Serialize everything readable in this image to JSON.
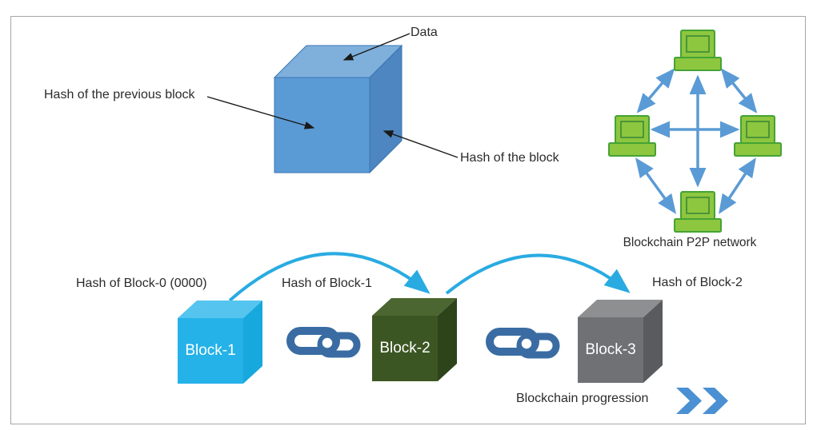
{
  "anatomy": {
    "data_label": "Data",
    "hash_previous_label": "Hash of the previous block",
    "hash_block_label": "Hash of the block"
  },
  "network": {
    "caption": "Blockchain P2P network",
    "node_count": 4
  },
  "chain": {
    "hash_labels": [
      "Hash of Block-0 (0000)",
      "Hash of Block-1",
      "Hash of Block-2"
    ],
    "blocks": [
      "Block-1",
      "Block-2",
      "Block-3"
    ],
    "progression_caption": "Blockchain progression"
  },
  "colors": {
    "cube_top": "#7fb0dc",
    "cube_front": "#5b9bd5",
    "cube_right": "#4d86c0",
    "cube_edge": "#3a76b4",
    "block1_top": "#55c5ef",
    "block1_front": "#25b2e8",
    "block1_right": "#17a8de",
    "block2_top": "#4b6630",
    "block2_front": "#3c5623",
    "block2_right": "#2d431a",
    "block3_top": "#8d8f91",
    "block3_front": "#707174",
    "block3_right": "#5a5b5e",
    "arc_arrow": "#29abe2",
    "network_arrow": "#5b9bd5",
    "computer_fill": "#8dc63f",
    "computer_stroke": "#45a335",
    "chain_link": "#3a6ca3",
    "chevron": "#4a90d2",
    "leader_line": "#1a1a1a",
    "text": "#2b2b2b",
    "frame_border": "#a6a6a6"
  }
}
